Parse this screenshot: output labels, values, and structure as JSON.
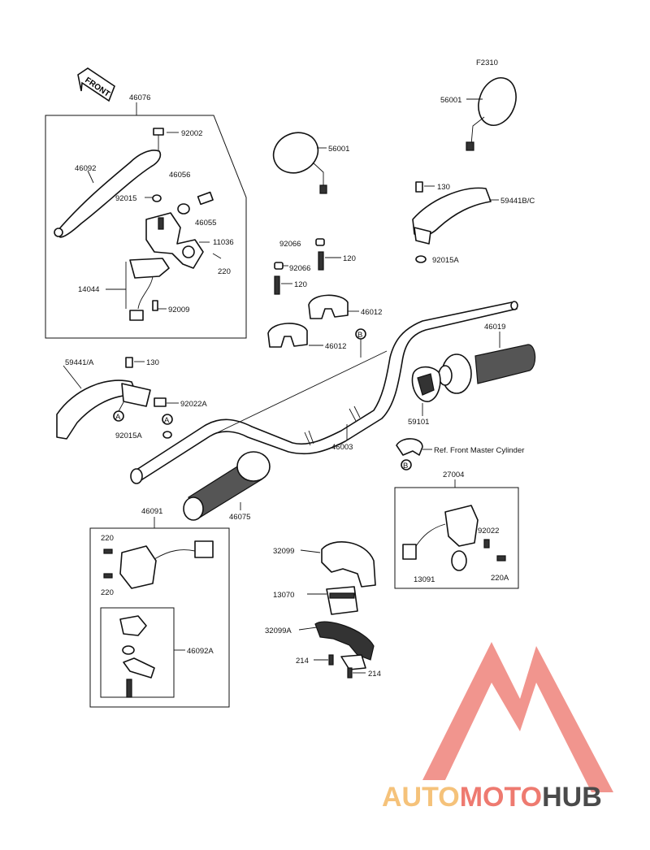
{
  "diagram_code": "F2310",
  "front_arrow_text": "FRONT",
  "labels": [
    {
      "id": "l46076",
      "text": "46076"
    },
    {
      "id": "l92002",
      "text": "92002"
    },
    {
      "id": "l46092",
      "text": "46092"
    },
    {
      "id": "l46056",
      "text": "46056"
    },
    {
      "id": "l92015",
      "text": "92015"
    },
    {
      "id": "l46055",
      "text": "46055"
    },
    {
      "id": "l11036",
      "text": "11036"
    },
    {
      "id": "l220a",
      "text": "220"
    },
    {
      "id": "l14044",
      "text": "14044"
    },
    {
      "id": "l92009",
      "text": "92009"
    },
    {
      "id": "l56001a",
      "text": "56001"
    },
    {
      "id": "l56001b",
      "text": "56001"
    },
    {
      "id": "l130a",
      "text": "130"
    },
    {
      "id": "l59441bc",
      "text": "59441B/C"
    },
    {
      "id": "l92015a1",
      "text": "92015A"
    },
    {
      "id": "l92066a",
      "text": "92066"
    },
    {
      "id": "l120a",
      "text": "120"
    },
    {
      "id": "l92066b",
      "text": "92066"
    },
    {
      "id": "l120b",
      "text": "120"
    },
    {
      "id": "l46012a",
      "text": "46012"
    },
    {
      "id": "l46012b",
      "text": "46012"
    },
    {
      "id": "l46019",
      "text": "46019"
    },
    {
      "id": "l59441a",
      "text": "59441/A"
    },
    {
      "id": "l130b",
      "text": "130"
    },
    {
      "id": "l92022a",
      "text": "92022A"
    },
    {
      "id": "l92015a2",
      "text": "92015A"
    },
    {
      "id": "l59101",
      "text": "59101"
    },
    {
      "id": "l46003",
      "text": "46003"
    },
    {
      "id": "lref",
      "text": "Ref. Front Master Cylinder"
    },
    {
      "id": "l27004",
      "text": "27004"
    },
    {
      "id": "l92022",
      "text": "92022"
    },
    {
      "id": "l13091",
      "text": "13091"
    },
    {
      "id": "l220A",
      "text": "220A"
    },
    {
      "id": "l46075",
      "text": "46075"
    },
    {
      "id": "l46091",
      "text": "46091"
    },
    {
      "id": "l220b",
      "text": "220"
    },
    {
      "id": "l220c",
      "text": "220"
    },
    {
      "id": "l46092a",
      "text": "46092A"
    },
    {
      "id": "l32099",
      "text": "32099"
    },
    {
      "id": "l13070",
      "text": "13070"
    },
    {
      "id": "l32099a",
      "text": "32099A"
    },
    {
      "id": "l214a",
      "text": "214"
    },
    {
      "id": "l214b",
      "text": "214"
    }
  ],
  "callouts": {
    "a1": "A",
    "a2": "A",
    "b1": "B",
    "b2": "B"
  },
  "watermark": {
    "part1": "AUTO",
    "part2": "MOTO",
    "part3": "HUB",
    "color1": "#f5c27a",
    "color2": "#ee7a70",
    "color3": "#4a4a4a"
  }
}
